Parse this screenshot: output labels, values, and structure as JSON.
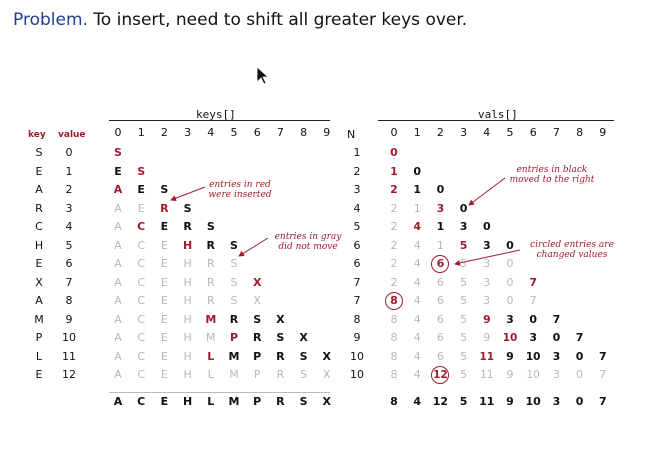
{
  "title": {
    "label": "Problem.",
    "text": "To insert, need to shift all greater keys over."
  },
  "headers": {
    "keys": "keys[]",
    "vals": "vals[]",
    "key": "key",
    "value": "value",
    "n": "N"
  },
  "index_labels": [
    "0",
    "1",
    "2",
    "3",
    "4",
    "5",
    "6",
    "7",
    "8",
    "9"
  ],
  "rows": [
    {
      "key": "S",
      "value": "0",
      "n": "1"
    },
    {
      "key": "E",
      "value": "1",
      "n": "2"
    },
    {
      "key": "A",
      "value": "2",
      "n": "3"
    },
    {
      "key": "R",
      "value": "3",
      "n": "4"
    },
    {
      "key": "C",
      "value": "4",
      "n": "5"
    },
    {
      "key": "H",
      "value": "5",
      "n": "6"
    },
    {
      "key": "E",
      "value": "6",
      "n": "6"
    },
    {
      "key": "X",
      "value": "7",
      "n": "7"
    },
    {
      "key": "A",
      "value": "8",
      "n": "7"
    },
    {
      "key": "M",
      "value": "9",
      "n": "8"
    },
    {
      "key": "P",
      "value": "10",
      "n": "9"
    },
    {
      "key": "L",
      "value": "11",
      "n": "10"
    },
    {
      "key": "E",
      "value": "12",
      "n": "10"
    }
  ],
  "keys_grid": [
    "S",
    "ES",
    "AES",
    "AERS",
    "ACERS",
    "ACEHRS",
    "ACEHRS",
    "ACEHRSX",
    "ACEHRSX",
    "ACEHMRSX",
    "ACEHMPRSX",
    "ACEHLMPRSX",
    "ACEHLMPRSX"
  ],
  "keys_color": [
    "r",
    "br",
    "rbb",
    "ggrb",
    "grbbb",
    "gggrbb",
    "gggggg",
    "ggggggr",
    "ggggggg",
    "ggggrbbb",
    "gggggrbb",
    "ggggrbbbbb",
    "gggggggggg"
  ],
  "vals_grid": [
    [
      "0"
    ],
    [
      "1",
      "0"
    ],
    [
      "2",
      "1",
      "0"
    ],
    [
      "2",
      "1",
      "3",
      "0"
    ],
    [
      "2",
      "4",
      "1",
      "3",
      "0"
    ],
    [
      "2",
      "4",
      "1",
      "5",
      "3",
      "0"
    ],
    [
      "2",
      "4",
      "6",
      "5",
      "3",
      "0"
    ],
    [
      "2",
      "4",
      "6",
      "5",
      "3",
      "0",
      "7"
    ],
    [
      "8",
      "4",
      "6",
      "5",
      "3",
      "0",
      "7"
    ],
    [
      "8",
      "4",
      "6",
      "5",
      "9",
      "3",
      "0",
      "7"
    ],
    [
      "8",
      "4",
      "6",
      "5",
      "9",
      "10",
      "3",
      "0",
      "7"
    ],
    [
      "8",
      "4",
      "6",
      "5",
      "11",
      "9",
      "10",
      "3",
      "0",
      "7"
    ],
    [
      "8",
      "4",
      "12",
      "5",
      "11",
      "9",
      "10",
      "3",
      "0",
      "7"
    ]
  ],
  "vals_color": [
    "r",
    "rb",
    "rbb",
    "ggrb",
    "grbbb",
    "gggrbb",
    "ggrggg",
    "ggggggr",
    "rgggggg",
    "ggggrbbb",
    "gggggrbbb",
    "ggggrbbbbb",
    "ggrgggggggg"
  ],
  "final_keys": [
    "A",
    "C",
    "E",
    "H",
    "L",
    "M",
    "P",
    "R",
    "S",
    "X"
  ],
  "final_vals": [
    "8",
    "4",
    "12",
    "5",
    "11",
    "9",
    "10",
    "3",
    "0",
    "7"
  ],
  "annotations": {
    "red_inserted": [
      "entries in red",
      "were inserted"
    ],
    "gray_nomove": [
      "entries in gray",
      "did not move"
    ],
    "black_moved": [
      "entries in black",
      "moved to the right"
    ],
    "circled": [
      "circled entries are",
      "changed values"
    ]
  },
  "colors": {
    "red": "#a01c2c",
    "gray": "#b8b8b8",
    "black": "#111111",
    "title_blue": "#1f3f8f"
  },
  "icons": {
    "cursor": "mouse-pointer-icon"
  }
}
